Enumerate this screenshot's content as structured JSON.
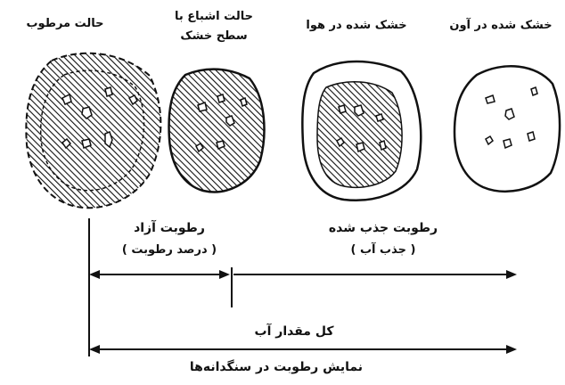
{
  "states": {
    "saturated_wet": "حالت مرطوب",
    "saturated_surface_dry_line1": "حالت اشباع با",
    "saturated_surface_dry_line2": "سطح خشک",
    "air_dry": "خشک شده در هوا",
    "oven_dry": "خشک شده در آون"
  },
  "ranges": {
    "free_moisture": "رطوبت آزاد",
    "free_moisture_sub": "( درصد رطوبت )",
    "absorbed_moisture": "رطوبت جذب شده",
    "absorbed_moisture_sub": "( جذب آب )",
    "total_water": "کل مقدار آب"
  },
  "caption": "نمایش رطوبت در سنگدانه‌ها",
  "colors": {
    "ink": "#111111",
    "background": "#ffffff"
  }
}
